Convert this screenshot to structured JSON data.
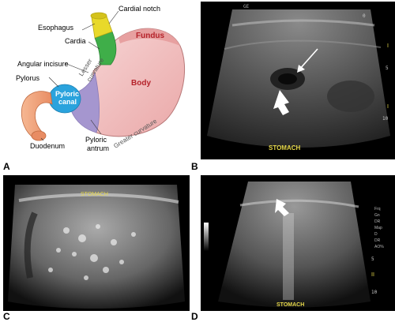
{
  "panels": {
    "a": {
      "letter": "A",
      "labels": {
        "esophagus": "Esophagus",
        "cardial_notch": "Cardial notch",
        "cardia": "Cardia",
        "fundus": "Fundus",
        "angular_incisure": "Angular incisure",
        "lesser": "Lesser",
        "curvature": "curvature",
        "pylorus": "Pylorus",
        "pyloric": "Pyloric",
        "canal": "canal",
        "body": "Body",
        "greater_curvature": "Greater curvature",
        "duodenum": "Duodenum",
        "pyloric2": "Pyloric",
        "antrum": "antrum"
      }
    },
    "b": {
      "letter": "B",
      "caption": "STOMACH",
      "logo": "GE",
      "depth_top": "0",
      "depth_mid": "5",
      "depth_bottom": "10"
    },
    "c": {
      "letter": "C",
      "caption": "STOMACH"
    },
    "d": {
      "letter": "D",
      "caption": "STOMACH",
      "depth_mid": "5",
      "depth_bottom": "10",
      "params": [
        "Frq",
        "Gn",
        "DR",
        "Map",
        "D",
        "DR",
        "AO%"
      ]
    }
  },
  "colors": {
    "stomach_pink": "#f2c6c6",
    "esophagus_yellow": "#e8d92a",
    "cardia_green": "#3fae49",
    "pyloric_blue": "#2aa3dd",
    "antrum_purple": "#a596cf",
    "duodenum_orange": "#f0a07a",
    "fundus_red": "#b5222a",
    "caption_yellow": "#e6d84a"
  }
}
